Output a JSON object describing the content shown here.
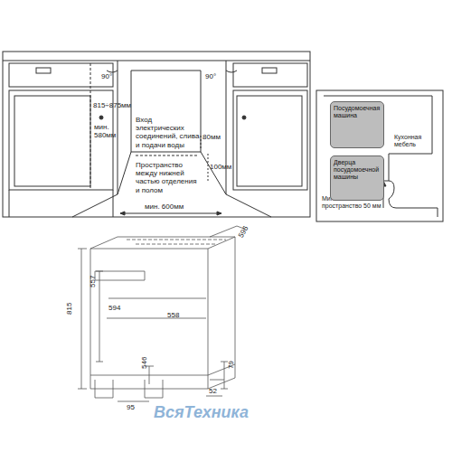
{
  "diagram": {
    "nodes": [
      {
        "text": [
          "Посудомоечная машина"
        ]
      },
      {
        "text": [
          "Дверца посудомоечной машины"
        ]
      }
    ],
    "labels": [
      "90°",
      "90°",
      "815÷875мм",
      "мин. 580мм",
      "Вход электрических соединений, слива и подачи воды",
      "80мм",
      "100мм",
      "Пространство между нижней частью отделения и полом",
      "мин. 600мм",
      "Кухонная мебель",
      "Минимальное пространство 50 мм",
      "815",
      "557",
      "594",
      "558",
      "596",
      "546",
      "79",
      "52",
      "95",
      "ВсяТехника"
    ]
  }
}
